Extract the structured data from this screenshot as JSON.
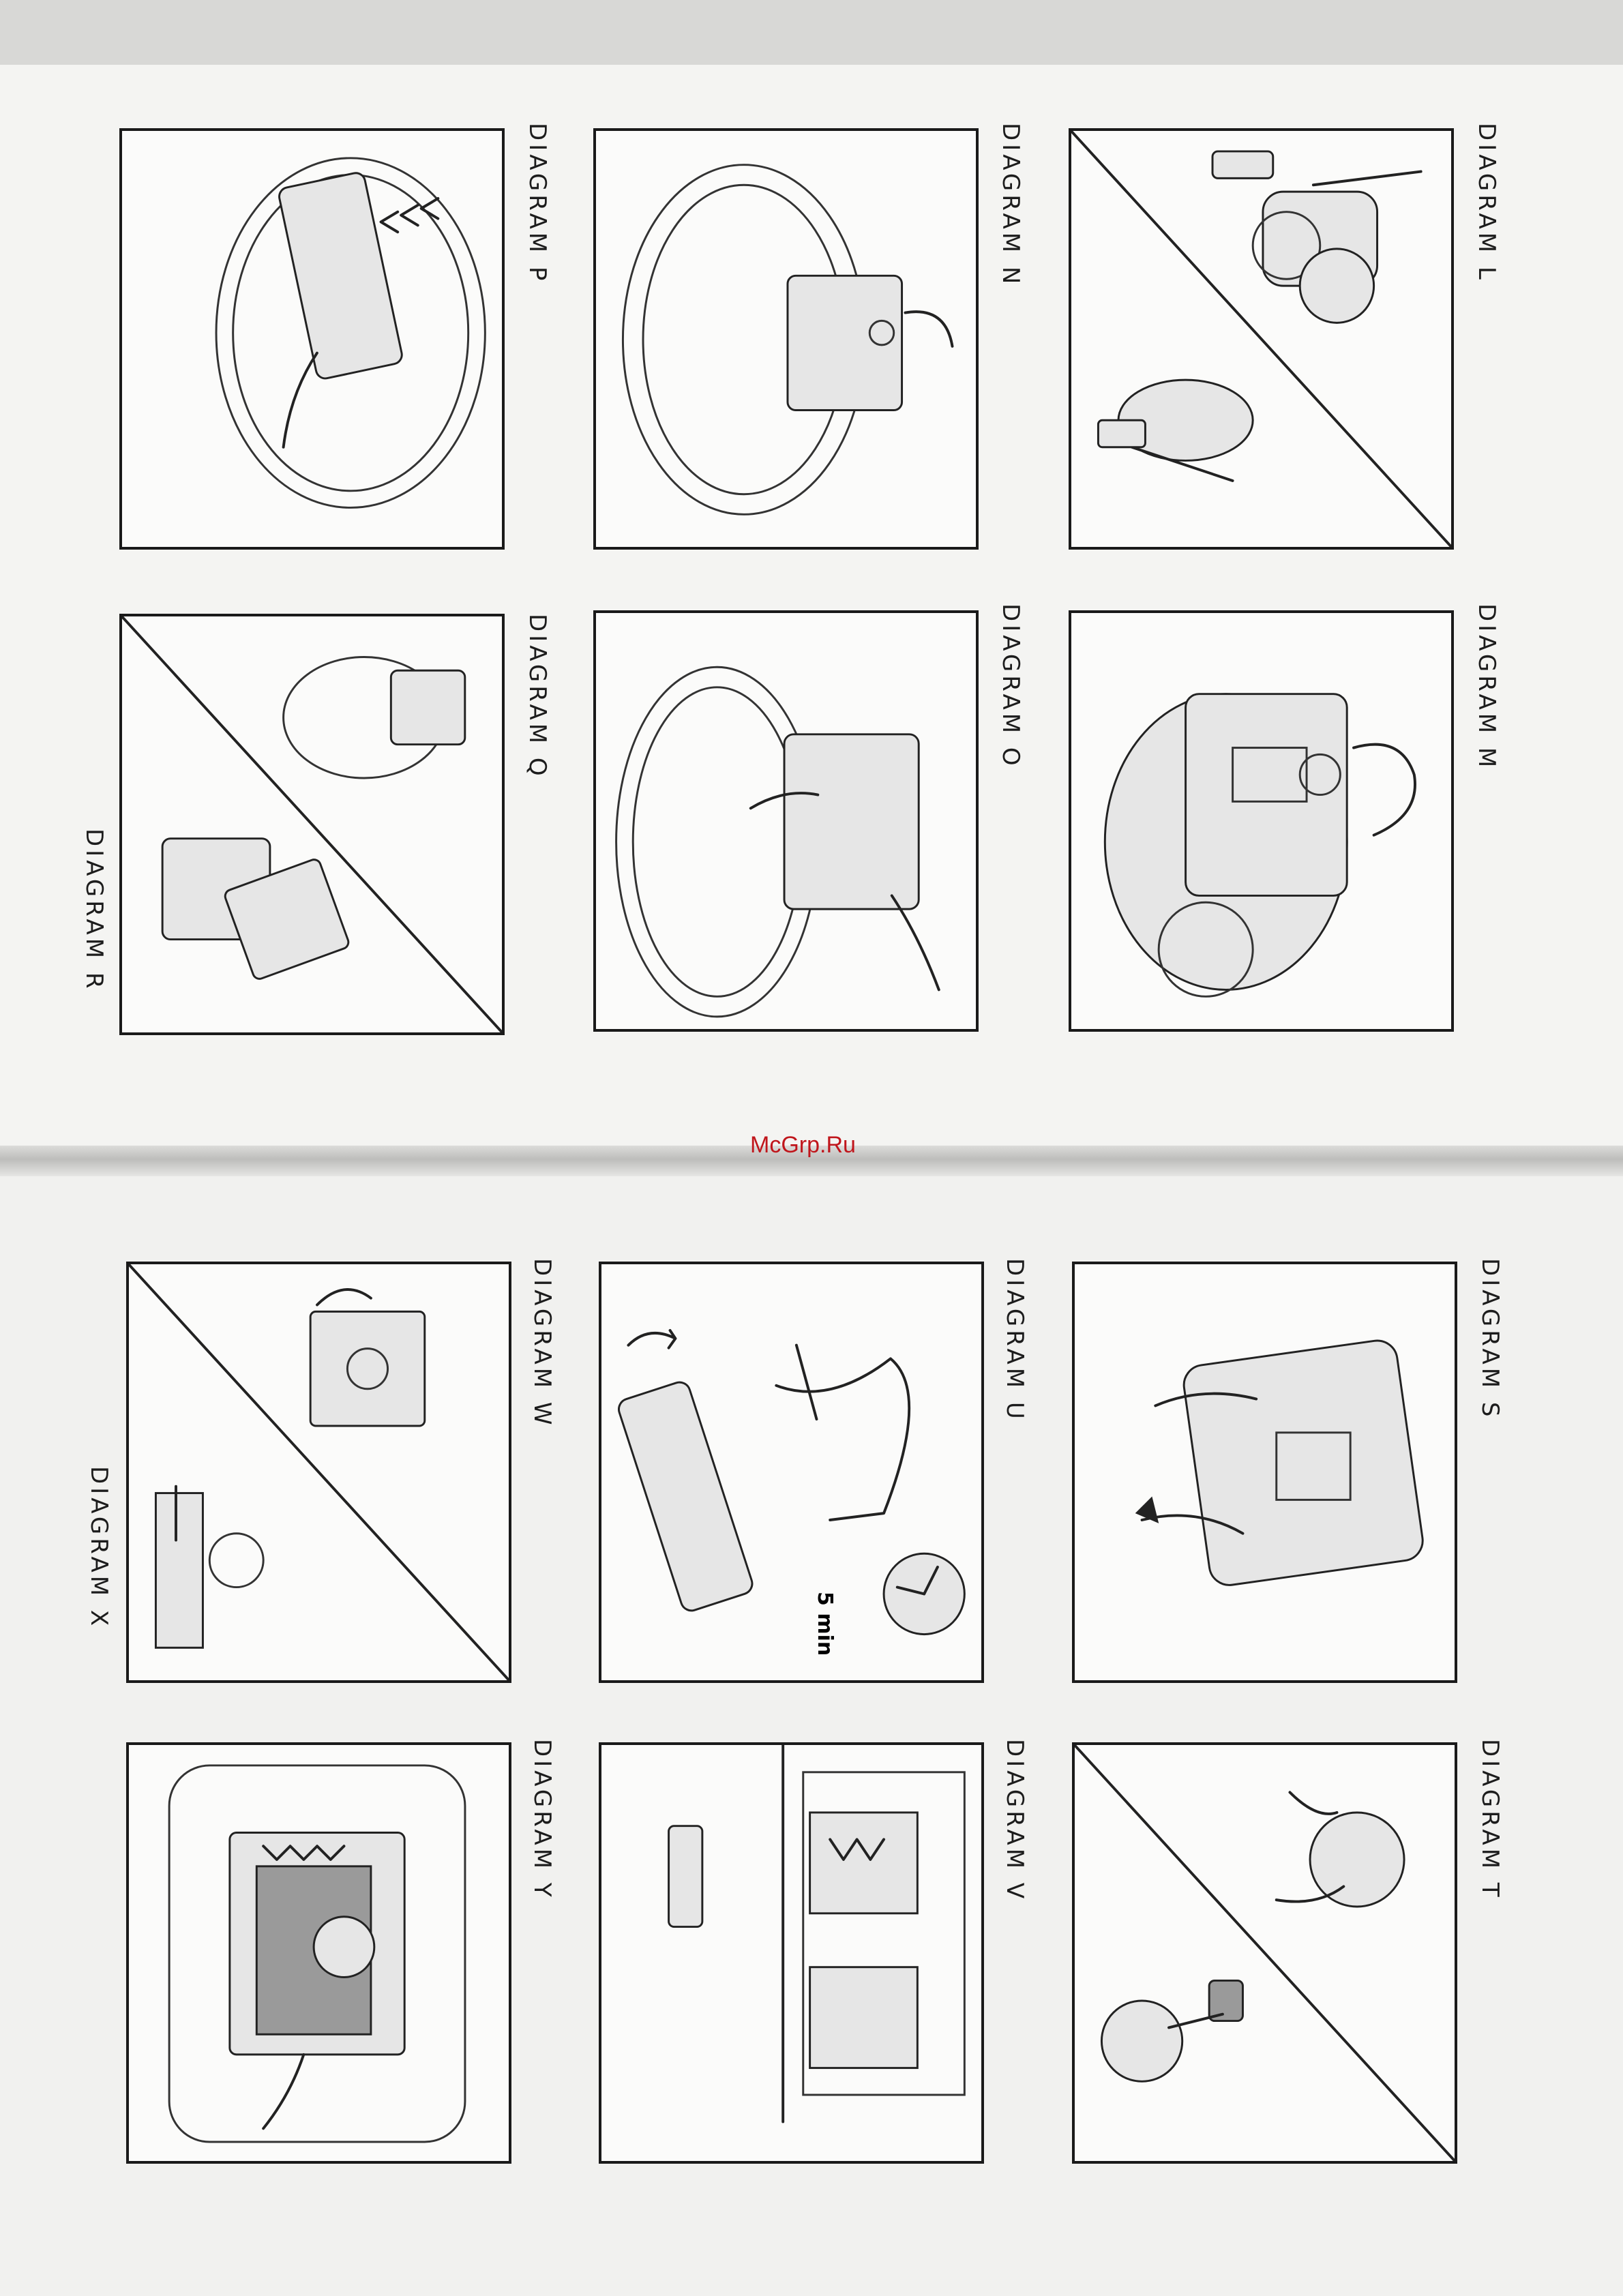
{
  "watermark": "McGrp.Ru",
  "timer_label": "5 min",
  "diagrams": {
    "L": "DIAGRAM L",
    "M": "DIAGRAM M",
    "N": "DIAGRAM N",
    "O": "DIAGRAM O",
    "P": "DIAGRAM P",
    "Q": "DIAGRAM Q",
    "R": "DIAGRAM R",
    "S": "DIAGRAM S",
    "T": "DIAGRAM T",
    "U": "DIAGRAM U",
    "V": "DIAGRAM V",
    "W": "DIAGRAM W",
    "X": "DIAGRAM X",
    "Y": "DIAGRAM Y"
  },
  "colors": {
    "ink": "#1a1a1a",
    "paper": "#f4f4f2",
    "watermark": "#c0161c"
  }
}
